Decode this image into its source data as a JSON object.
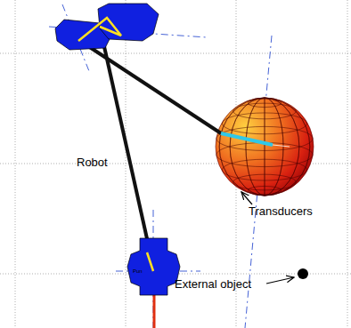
{
  "diagram": {
    "labels": [
      "Robot",
      "Transducers",
      "External object",
      "Pun"
    ]
  }
}
